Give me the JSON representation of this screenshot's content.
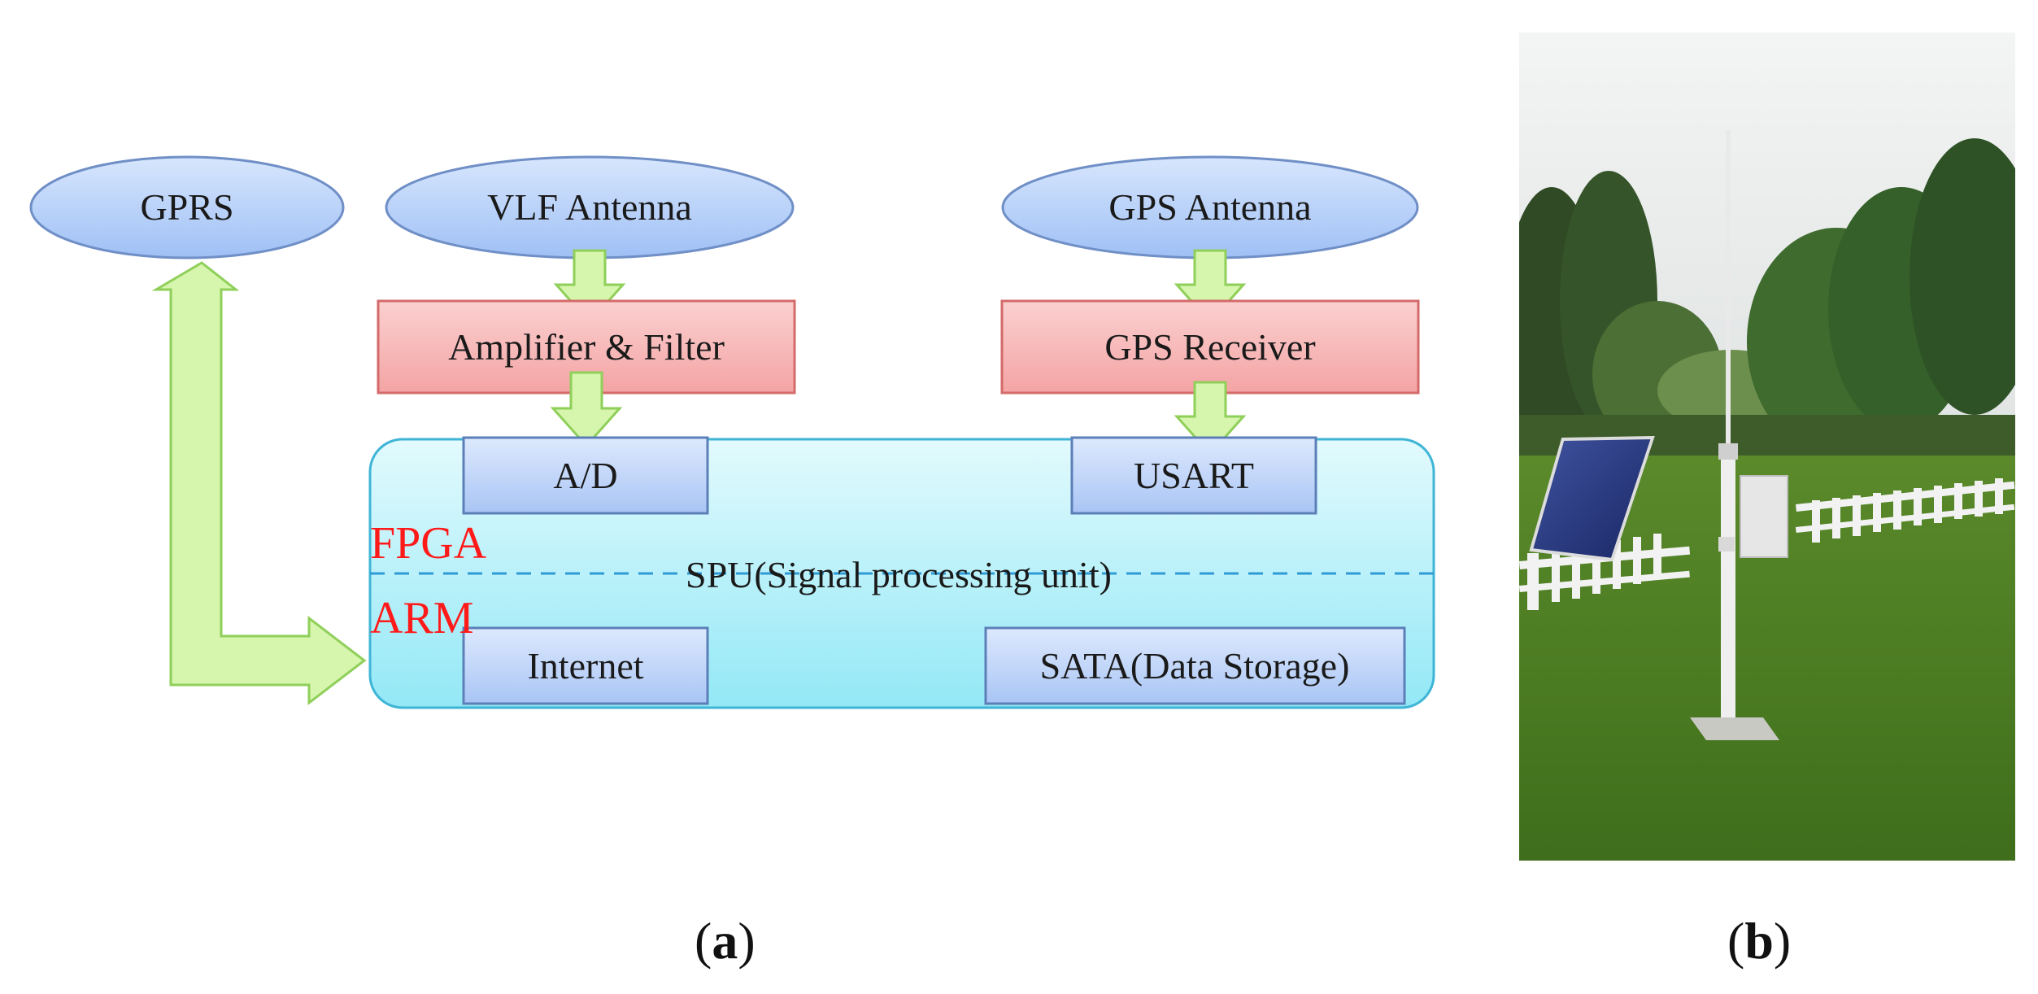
{
  "panel_a": {
    "nodes": {
      "gprs": "GPRS",
      "vlf_antenna": "VLF Antenna",
      "gps_antenna": "GPS Antenna",
      "amplifier_filter": "Amplifier & Filter",
      "gps_receiver": "GPS Receiver",
      "ad": "A/D",
      "usart": "USART",
      "fpga": "FPGA",
      "spu": "SPU(Signal processing unit)",
      "arm": "ARM",
      "internet": "Internet",
      "sata": "SATA(Data Storage)"
    },
    "caption_letter": "a"
  },
  "panel_b": {
    "caption_letter": "b"
  },
  "colors": {
    "ellipse_fill": "#b9d3fb",
    "ellipse_stroke": "#6f8fc6",
    "red_box_fill": "#f8b9b9",
    "red_box_stroke": "#d46a6a",
    "blue_box_fill": "#c5d9fb",
    "blue_box_stroke": "#5c7fb8",
    "spu_fill": "#bff3fb",
    "spu_stroke": "#3fb5d6",
    "arrow_fill": "#d4f5a8",
    "arrow_stroke": "#8fcf5a",
    "label_red": "#ff1a1a"
  }
}
